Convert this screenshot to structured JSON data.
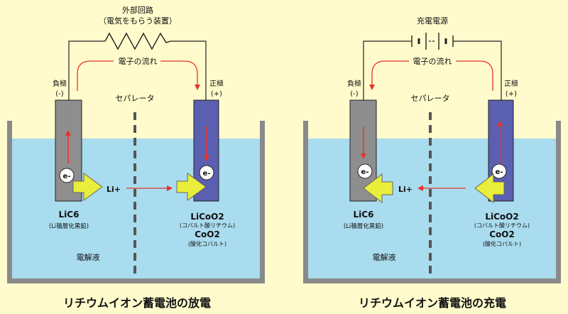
{
  "colors": {
    "background": "#fffbcc",
    "electrolyte": "#a9dcee",
    "container": "#8a8a8a",
    "anode": "#8e8e8e",
    "cathode": "#5b5fb0",
    "arrow_red": "#e6332a",
    "li_arrow": "#e8ee3a",
    "separator": "#555555"
  },
  "discharge": {
    "external_label_line1": "外部回路",
    "external_label_line2": "（電気をもらう装置）",
    "electron_flow": "電子の流れ",
    "separator": "セパレータ",
    "negative_label": "負極",
    "negative_sign": "(-)",
    "positive_label": "正極",
    "positive_sign": "(+)",
    "electron": "e-",
    "li_ion": "Li+",
    "anode_formula": "LiC6",
    "anode_desc": "(Li積層化黒鉛)",
    "cathode_formula": "LiCoO2",
    "cathode_desc": "(コバルト酸リチウム)",
    "cathode_formula2": "CoO2",
    "cathode_desc2": "(酸化コバルト)",
    "electrolyte": "電解液",
    "title": "リチウムイオン蓄電池の放電"
  },
  "charge": {
    "power_label": "充電電源",
    "electron_flow": "電子の流れ",
    "separator": "セパレータ",
    "negative_label": "負極",
    "negative_sign": "(-)",
    "positive_label": "正極",
    "positive_sign": "(+)",
    "electron": "e-",
    "li_ion": "Li+",
    "anode_formula": "LiC6",
    "anode_desc": "(Li積層化黒鉛)",
    "cathode_formula": "LiCoO2",
    "cathode_desc": "(コバルト酸リチウム)",
    "cathode_formula2": "CoO2",
    "cathode_desc2": "(酸化コバルト)",
    "electrolyte": "電解液",
    "title": "リチウムイオン蓄電池の充電"
  }
}
